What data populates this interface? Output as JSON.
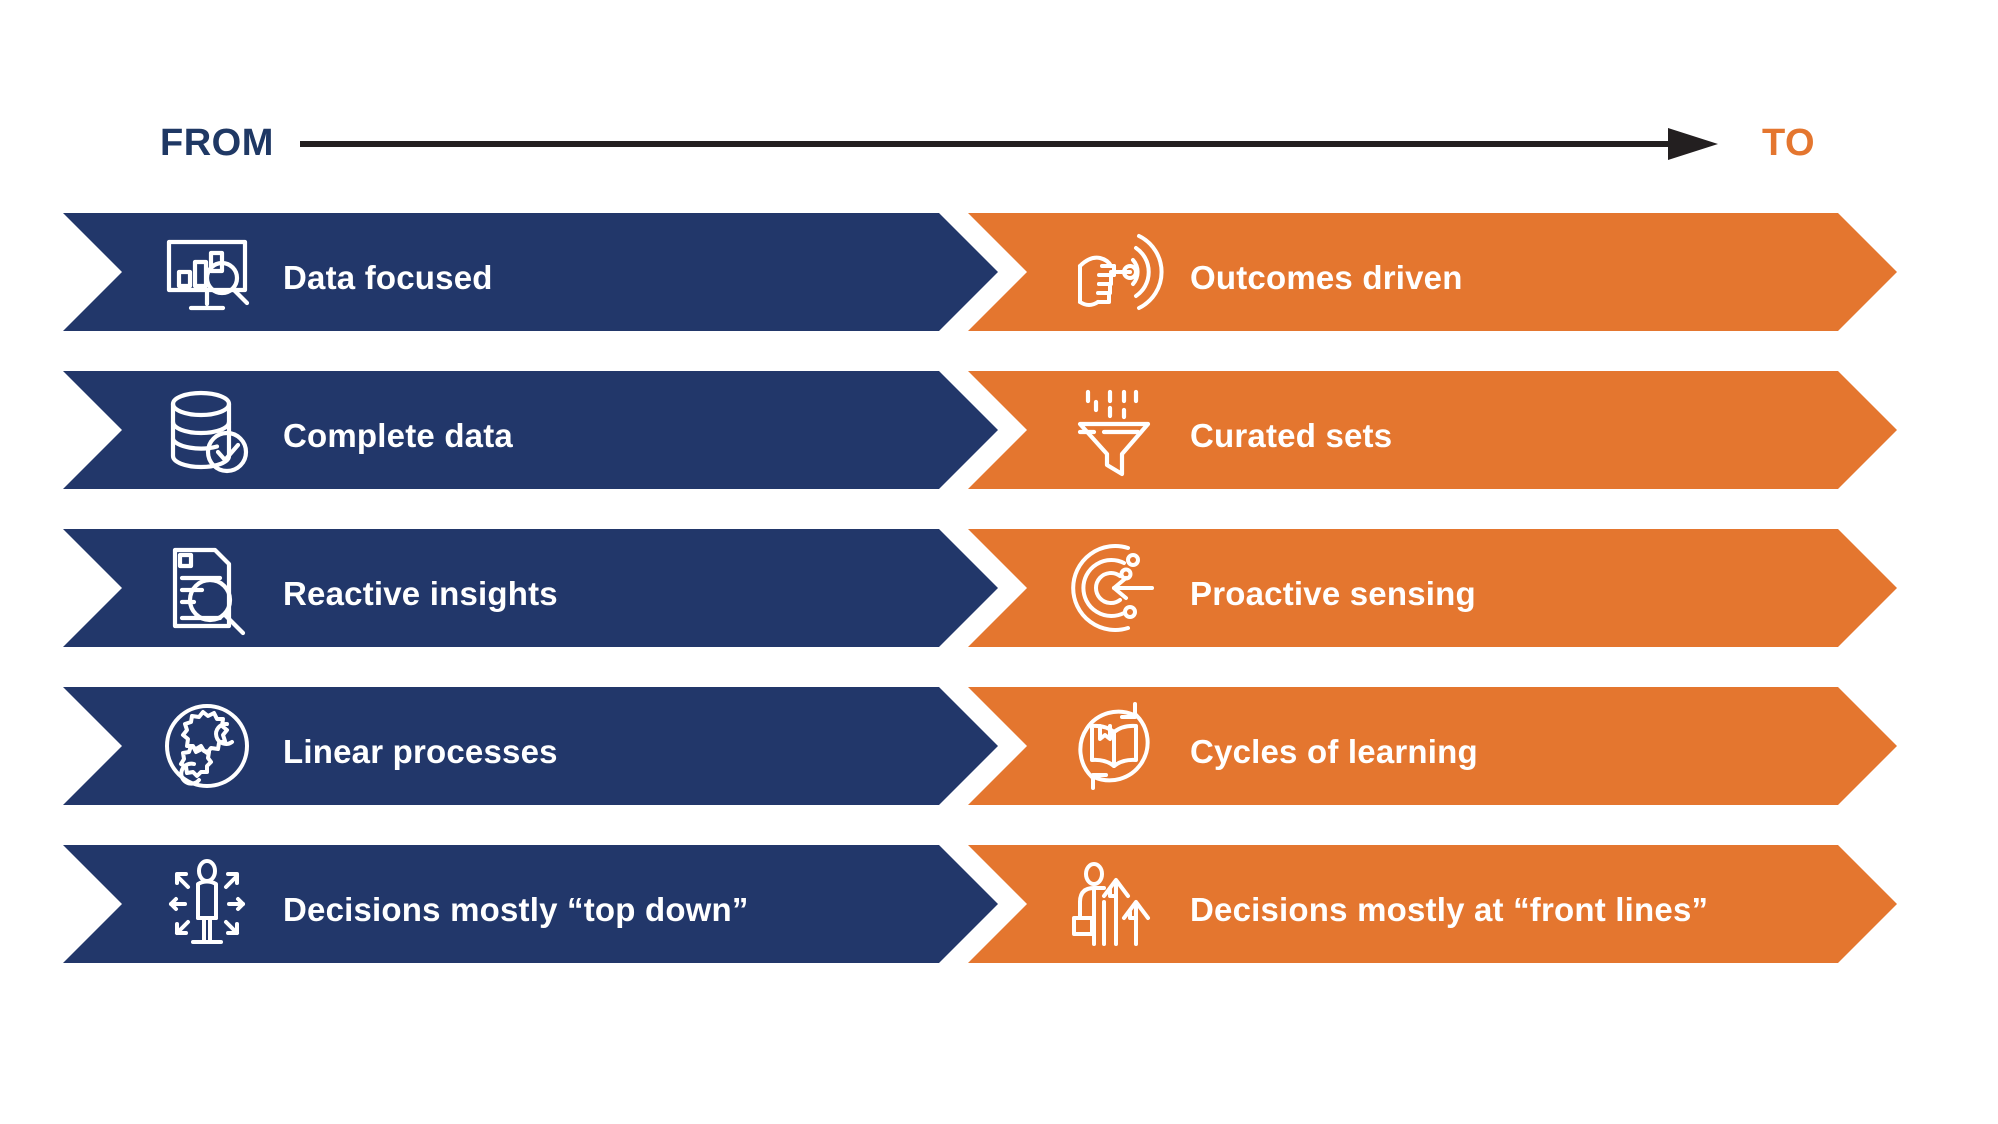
{
  "header": {
    "from_label": "FROM",
    "to_label": "TO",
    "arrow_icon": "long-right-arrow-icon"
  },
  "colors": {
    "from_navy": "#22376A",
    "to_orange": "#E4762F",
    "arrow_black": "#231F20",
    "label_white": "#FFFFFF",
    "background": "#FFFFFF"
  },
  "rows": [
    {
      "from": {
        "label": "Data focused",
        "icon": "monitor-bar-chart-magnifier-icon"
      },
      "to": {
        "label": "Outcomes driven",
        "icon": "hand-target-bullseye-icon"
      }
    },
    {
      "from": {
        "label": "Complete data",
        "icon": "database-check-icon"
      },
      "to": {
        "label": "Curated sets",
        "icon": "funnel-binary-data-icon"
      }
    },
    {
      "from": {
        "label": "Reactive insights",
        "icon": "document-magnifier-icon"
      },
      "to": {
        "label": "Proactive sensing",
        "icon": "radar-signal-arrow-icon"
      }
    },
    {
      "from": {
        "label": "Linear processes",
        "icon": "gears-in-circle-icon"
      },
      "to": {
        "label": "Cycles of learning",
        "icon": "open-book-refresh-cycle-icon"
      }
    },
    {
      "from": {
        "label": "Decisions mostly “top down”",
        "icon": "person-outward-arrows-icon"
      },
      "to": {
        "label": "Decisions mostly at “front lines”",
        "icon": "worker-briefcase-up-arrows-icon"
      }
    }
  ]
}
